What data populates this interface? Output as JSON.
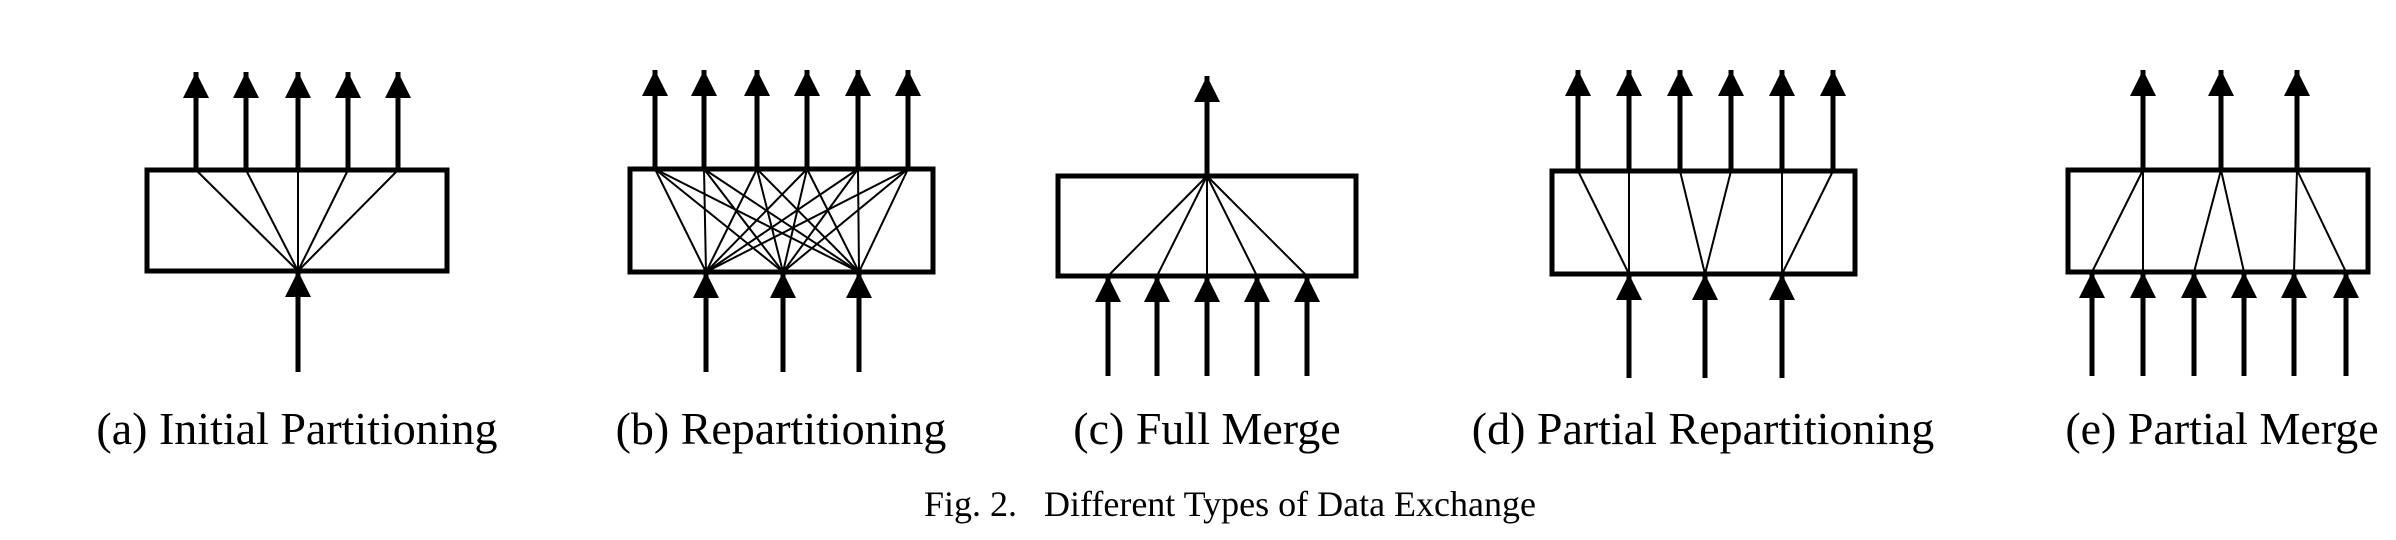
{
  "figure": {
    "caption": "Fig. 2.   Different Types of Data Exchange",
    "panels": [
      {
        "id": "a",
        "label": "(a) Initial Partitioning",
        "inputs": 1,
        "outputs": 5,
        "connection": "one-to-all"
      },
      {
        "id": "b",
        "label": "(b) Repartitioning",
        "inputs": 3,
        "outputs": 6,
        "connection": "all-to-all"
      },
      {
        "id": "c",
        "label": "(c) Full Merge",
        "inputs": 5,
        "outputs": 1,
        "connection": "all-to-one"
      },
      {
        "id": "d",
        "label": "(d) Partial Repartitioning",
        "inputs": 3,
        "outputs": 6,
        "connection": "each-input-to-adjacent-pair"
      },
      {
        "id": "e",
        "label": "(e) Partial Merge",
        "inputs": 6,
        "outputs": 3,
        "connection": "adjacent-pair-to-each-output"
      }
    ]
  }
}
